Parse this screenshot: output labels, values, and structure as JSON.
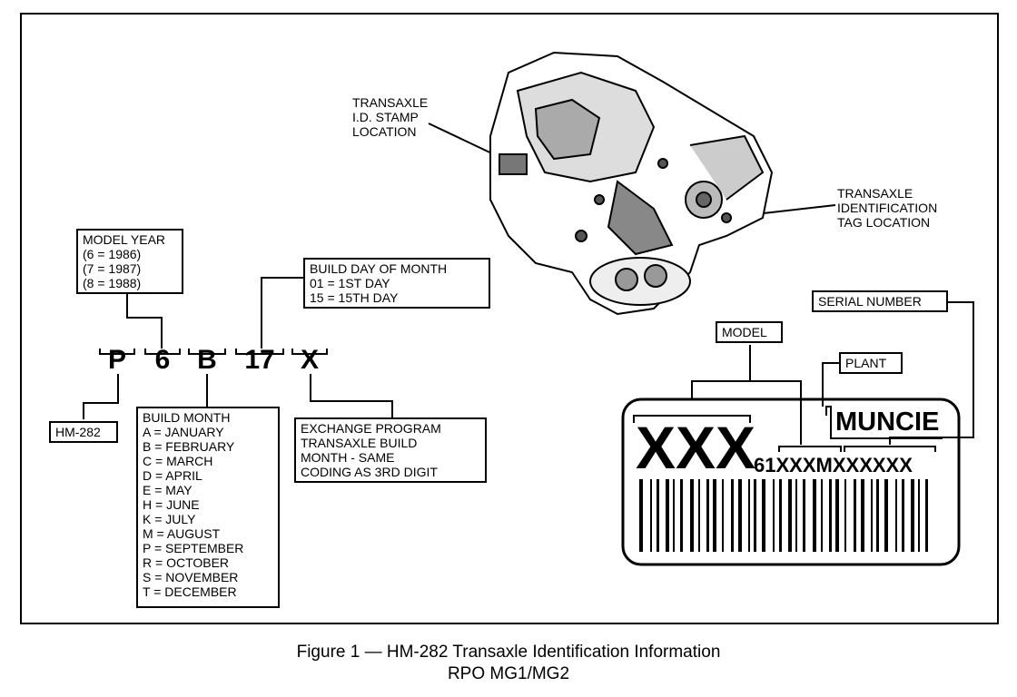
{
  "model_year_box": [
    "MODEL YEAR",
    "(6 = 1986)",
    "(7 = 1987)",
    "(8 = 1988)"
  ],
  "build_day_box": [
    "BUILD DAY OF MONTH",
    "01  =  1ST DAY",
    "15  =  15TH DAY"
  ],
  "code_chars": [
    "P",
    "6",
    "B",
    "17",
    "X"
  ],
  "hm_box": "HM-282",
  "build_month_box": [
    "BUILD MONTH",
    "A  =  JANUARY",
    "B  =  FEBRUARY",
    "C  =  MARCH",
    "D  =  APRIL",
    "E  =  MAY",
    "H  =  JUNE",
    "K  =  JULY",
    "M  =  AUGUST",
    "P  =  SEPTEMBER",
    "R  =  OCTOBER",
    "S  =  NOVEMBER",
    "T  =  DECEMBER"
  ],
  "exchange_box": [
    "EXCHANGE PROGRAM",
    "TRANSAXLE BUILD",
    "MONTH - SAME",
    "CODING AS 3RD DIGIT"
  ],
  "stamp_callout": [
    "TRANSAXLE",
    "I.D. STAMP",
    "LOCATION"
  ],
  "tag_callout": [
    "TRANSAXLE",
    "IDENTIFICATION",
    "TAG LOCATION"
  ],
  "serial_box": "SERIAL NUMBER",
  "model_box": "MODEL",
  "plant_box": "PLANT",
  "tag": {
    "model_code": "XXX",
    "plant": "MUNCIE",
    "serial_prefix": "61",
    "serial_mid": "XXX",
    "serial_m": "M",
    "serial_end": "XXXXXX"
  },
  "caption": {
    "line1": "Figure 1 — HM-282 Transaxle Identification Information",
    "line2": "RPO MG1/MG2"
  }
}
